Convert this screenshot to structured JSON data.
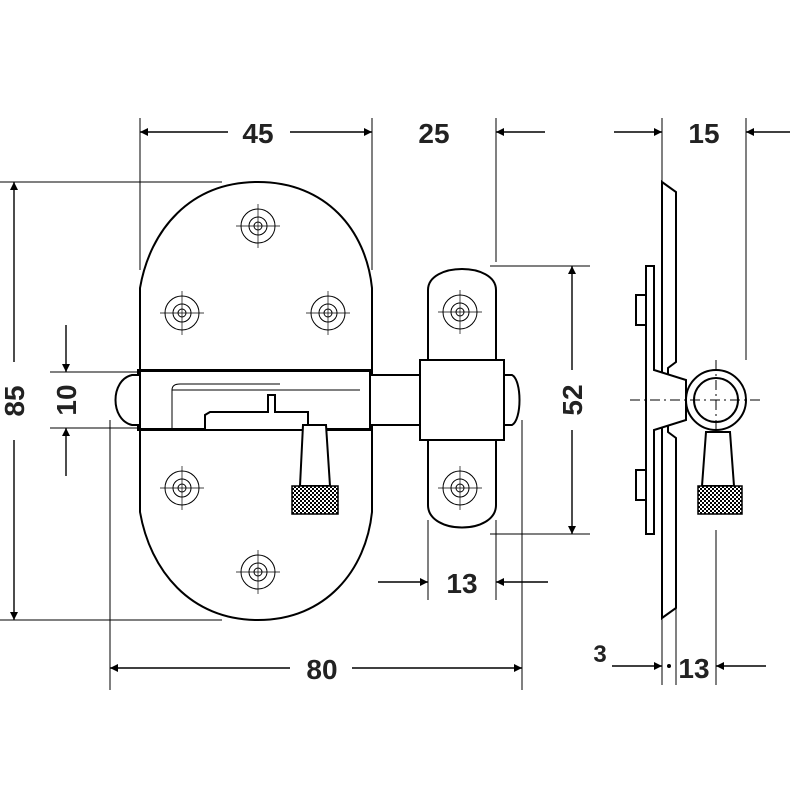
{
  "dimensions": {
    "plate_width": "45",
    "gap": "25",
    "depth": "15",
    "total_height": "85",
    "bolt_diameter": "10",
    "keeper_height": "52",
    "keeper_width": "13",
    "total_length": "80",
    "plate_thickness": "3",
    "side_offset": "13"
  },
  "colors": {
    "line": "#000000",
    "text": "#222222",
    "background": "#ffffff"
  },
  "icons": {
    "mounting_hole": "countersunk-screw-hole-icon"
  }
}
